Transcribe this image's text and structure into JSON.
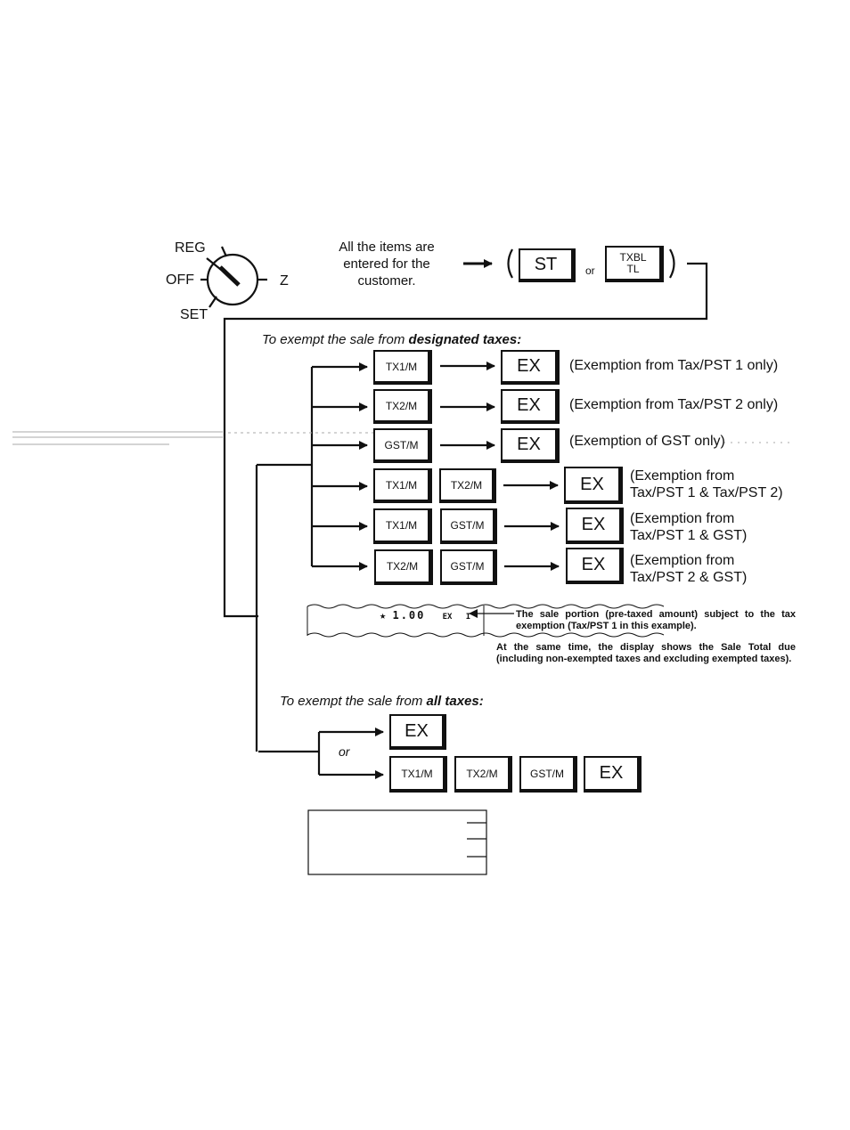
{
  "mode_switch": {
    "positions": [
      "REG",
      "OFF",
      "Z",
      "SET"
    ]
  },
  "step1": {
    "instruction": "All the items are entered for the customer.",
    "key_st": "ST",
    "or_label": "or",
    "key_txbl_line1": "TXBL",
    "key_txbl_line2": "TL"
  },
  "designated": {
    "heading_prefix": "To exempt the sale from ",
    "heading_bold": "designated taxes:",
    "rows": [
      {
        "keys": [
          "TX1/M"
        ],
        "ex": "EX",
        "desc_line1": "(Exemption from Tax/PST 1 only)",
        "desc_line2": ""
      },
      {
        "keys": [
          "TX2/M"
        ],
        "ex": "EX",
        "desc_line1": "(Exemption from Tax/PST 2 only)",
        "desc_line2": ""
      },
      {
        "keys": [
          "GST/M"
        ],
        "ex": "EX",
        "desc_line1": "(Exemption of GST only)",
        "desc_line2": ""
      },
      {
        "keys": [
          "TX1/M",
          "TX2/M"
        ],
        "ex": "EX",
        "desc_line1": "(Exemption from",
        "desc_line2": "Tax/PST 1 & Tax/PST 2)"
      },
      {
        "keys": [
          "TX1/M",
          "GST/M"
        ],
        "ex": "EX",
        "desc_line1": "(Exemption from",
        "desc_line2": "Tax/PST 1 & GST)"
      },
      {
        "keys": [
          "TX2/M",
          "GST/M"
        ],
        "ex": "EX",
        "desc_line1": "(Exemption from",
        "desc_line2": "Tax/PST 2 & GST)"
      }
    ]
  },
  "receipt": {
    "star": "★",
    "amount": "1.00",
    "ex_label": "EX",
    "tax_label": "I",
    "callout": "The sale portion (pre-taxed amount) subject to the tax exemption (Tax/PST 1 in this example).",
    "display_note": "At the same time, the display shows the Sale Total due (including non-exempted taxes and excluding exempted taxes)."
  },
  "all_taxes": {
    "heading_prefix": "To exempt the sale from ",
    "heading_bold": "all taxes:",
    "or_label": "or",
    "option1_key": "EX",
    "option2_keys": [
      "TX1/M",
      "TX2/M",
      "GST/M",
      "EX"
    ]
  }
}
